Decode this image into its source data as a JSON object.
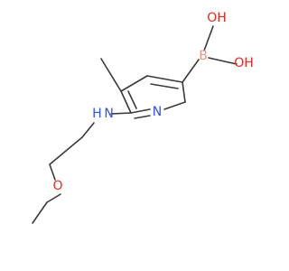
{
  "molecule": {
    "atoms": {
      "boron": "B",
      "hydroxyl_top": "OH",
      "hydroxyl_right": "OH",
      "ring_nitrogen": "N",
      "amine": "H N",
      "ether_oxygen": "O"
    },
    "colors": {
      "carbon_bond": "#3a3a3a",
      "boron": "#e89a8a",
      "oxygen": "#e8281e",
      "nitrogen": "#3050f8"
    }
  }
}
